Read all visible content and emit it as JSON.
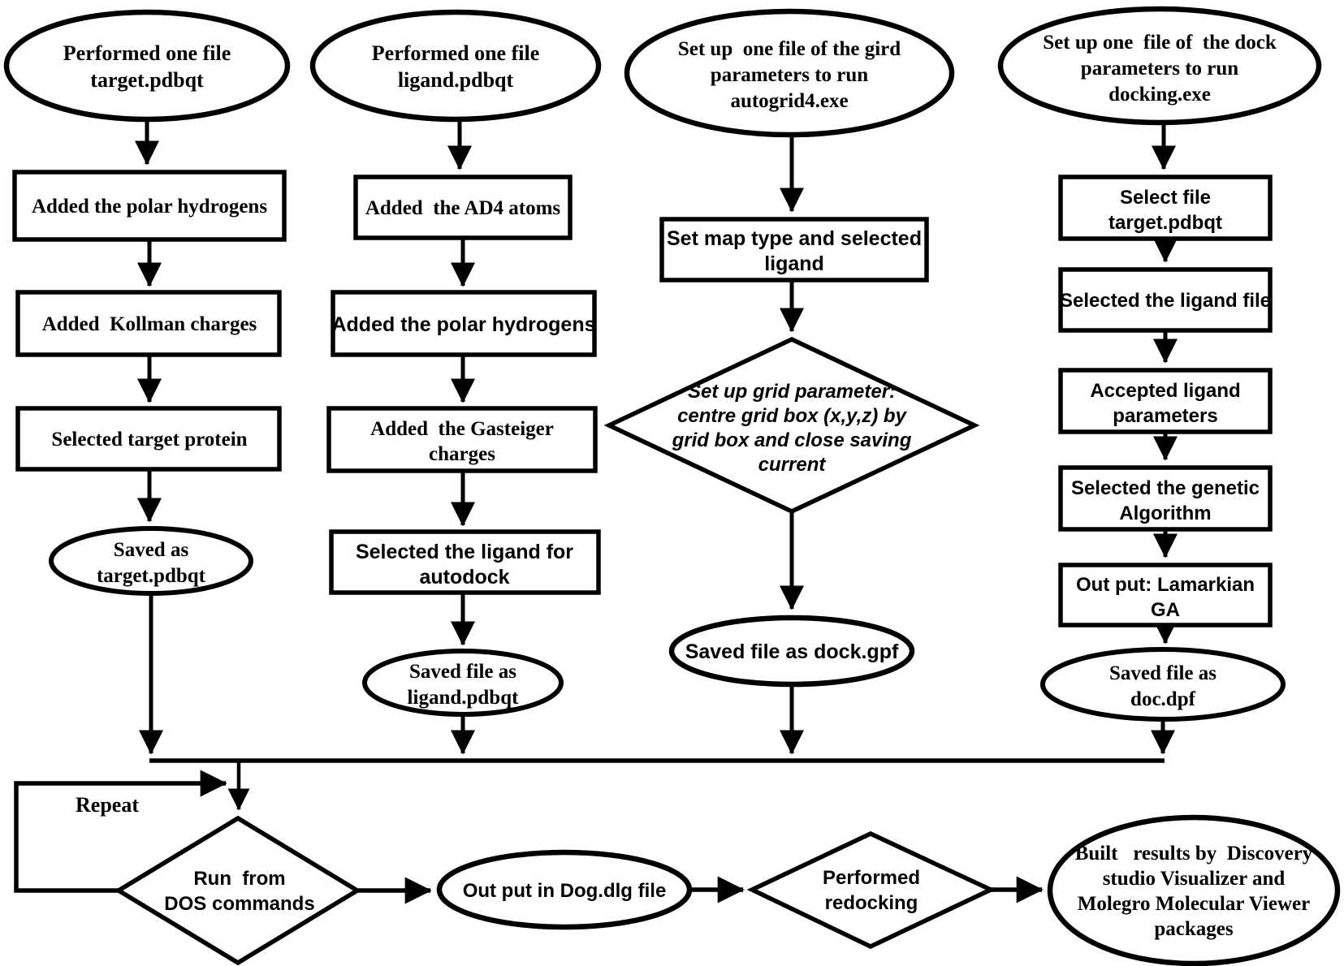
{
  "colors": {
    "ink": "#000000",
    "background": "#ffffff"
  },
  "nodes": {
    "c1_start": [
      "Performed one file",
      "target.pdbqt"
    ],
    "c1_s1": [
      "Added the polar hydrogens"
    ],
    "c1_s2": [
      "Added  Kollman charges"
    ],
    "c1_s3": [
      "Selected target protein"
    ],
    "c1_end": [
      "Saved as",
      "target.pdbqt"
    ],
    "c2_start": [
      "Performed one file",
      "ligand.pdbqt"
    ],
    "c2_s1": [
      "Added  the AD4 atoms"
    ],
    "c2_s2": [
      "Added the polar hydrogens"
    ],
    "c2_s3": [
      "Added  the Gasteiger",
      "charges"
    ],
    "c2_s4": [
      "Selected the ligand for",
      "autodock"
    ],
    "c2_end": [
      "Saved file as",
      "ligand.pdbqt"
    ],
    "c3_start": [
      "Set up  one file of the gird",
      "parameters to run",
      "autogrid4.exe"
    ],
    "c3_s1": [
      "Set map type and selected",
      "ligand"
    ],
    "c3_decision": [
      "Set up grid parameter:",
      "centre grid box (x,y,z) by",
      "grid box and close saving",
      "current"
    ],
    "c3_end": [
      "Saved file as dock.gpf"
    ],
    "c4_start": [
      "Set up one  file of  the dock",
      "parameters to run",
      "docking.exe"
    ],
    "c4_s1": [
      "Select file",
      "target.pdbqt"
    ],
    "c4_s2": [
      "Selected the ligand file"
    ],
    "c4_s3": [
      "Accepted ligand",
      "parameters"
    ],
    "c4_s4": [
      "Selected the genetic",
      "Algorithm"
    ],
    "c4_s5": [
      "Out put: Lamarkian",
      "GA"
    ],
    "c4_end": [
      "Saved file as",
      "doc.dpf"
    ],
    "repeat_label": [
      "Repeat"
    ],
    "run_dos": [
      "Run  from",
      "DOS commands"
    ],
    "output_dlg": [
      "Out put in Dog.dlg file"
    ],
    "redocking": [
      "Performed",
      "redocking"
    ],
    "final": [
      "Built   results by  Discovery",
      "studio Visualizer and",
      "Molegro Molecular Viewer",
      "packages"
    ]
  }
}
